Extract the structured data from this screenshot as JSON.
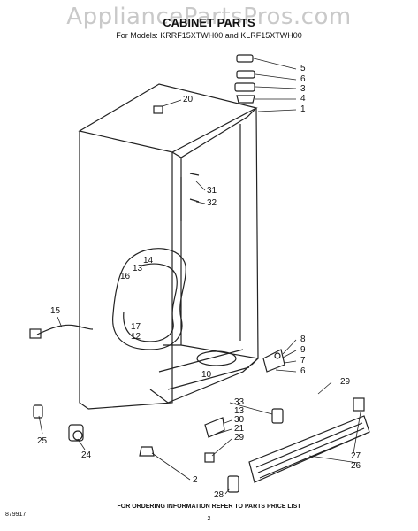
{
  "header": {
    "watermark": "AppliancePartsPros.com",
    "title": "CABINET PARTS",
    "subtitle": "For Models: KRRF15XTWH00 and KLRF15XTWH00"
  },
  "callouts": [
    "5",
    "6",
    "3",
    "4",
    "1",
    "20",
    "31",
    "32",
    "14",
    "13",
    "16",
    "15",
    "17",
    "12",
    "8",
    "9",
    "7",
    "6",
    "10",
    "29",
    "33",
    "13",
    "30",
    "21",
    "29",
    "25",
    "24",
    "2",
    "27",
    "26",
    "28"
  ],
  "footer": {
    "note": "FOR ORDERING INFORMATION REFER TO PARTS PRICE LIST",
    "code": "879917",
    "page": "2"
  }
}
